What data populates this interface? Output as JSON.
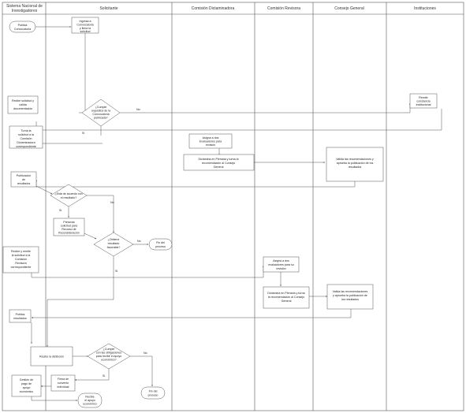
{
  "lanes": [
    {
      "label": "Sistema Nacional de Investigadores"
    },
    {
      "label": "Solicitante"
    },
    {
      "label": "Comisión Dictaminadora"
    },
    {
      "label": "Comisión Revisora"
    },
    {
      "label": "Consejo General"
    },
    {
      "label": "Instituciones"
    }
  ],
  "nodes": {
    "publica_convocatoria": "Publica Convocatoria",
    "ingresa_convocatoria": "Ingresa a Convocatoria y llena la solicitud",
    "cumple_requisitos": "¿Cumple requisitos de la Convocatoria publicada?",
    "recibe_solicitud": "Recibe solicitud y valida documentación",
    "remite_constancia": "Remite constancia institucional",
    "turna_solicitud": "Turna la solicitud a la Comisión Dictaminadora correspondiente",
    "asigna_evaluadores": "Asigna a dos Evaluadores para revisión",
    "dictamina": "Dictamina en Plenaria y turna la recomendación al Consejo General",
    "valida_recomendaciones": "Valida las recomendaciones y aprueba la publicación de los resultados",
    "publicacion_resultados": "Publicación de resultados",
    "esta_de_acuerdo": "¿Está de acuerdo con el resultado?",
    "presenta_reconsideracion": "Presenta solicitud para Recurso de Reconsideración",
    "obtiene_favorable": "¿Obtiene resultado favorable?",
    "fin_proceso_1": "Fin del proceso",
    "recibe_turna": "Recibe y remite la solicitud a la Comisión Revisora correspondiente",
    "asigna_dos": "Asigna a dos evaluadores para su revisión",
    "dictamina_revisora": "Dictamina en Plenaria y turna la recomendación al Consejo General",
    "valida_publicacion": "Valida las recomendaciones y aprueba la publicación de los resultados",
    "publica_resultados": "Publica resultados",
    "recibe_distincion": "Recibe la distinción",
    "cumple_obligaciones": "¿Cumple con las obligaciones para recibir el apoyo económico?",
    "firma_convenio": "Firma de convenio individual",
    "gestion_pago": "Gestión de pago de apoyo económico",
    "recibe_apoyo": "Recibe el apoyo económico",
    "fin_proceso_2": "Fin del proceso"
  },
  "edge_labels": {
    "no1": "No",
    "si1": "Sí",
    "no2": "No",
    "si2": "Sí",
    "no3": "No",
    "si3": "Sí",
    "no4": "No",
    "si4": "Sí"
  }
}
